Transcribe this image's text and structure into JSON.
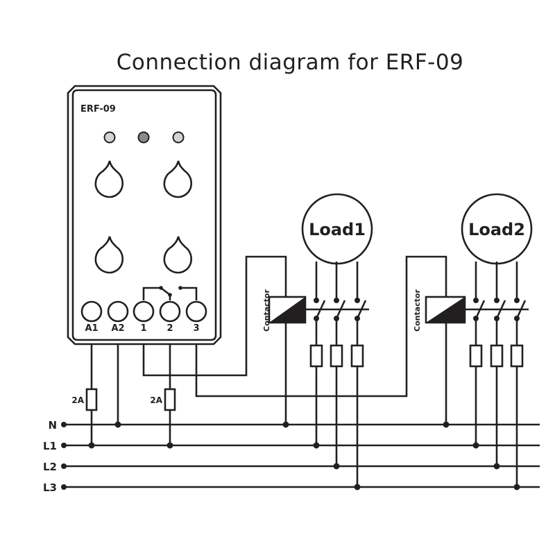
{
  "title": "Connection diagram for ERF-09",
  "device": {
    "model_label": "ERF-09",
    "leds": [
      {
        "name": "led-left",
        "color": "#d4d4d4"
      },
      {
        "name": "led-middle",
        "color": "#8a8a8a"
      },
      {
        "name": "led-right",
        "color": "#d4d4d4"
      }
    ],
    "knob_count": 4,
    "terminals": [
      "A1",
      "A2",
      "1",
      "2",
      "3"
    ]
  },
  "fuses": {
    "control_fuse_1": "2A",
    "control_fuse_2": "2A"
  },
  "contactors": [
    {
      "label": "Contactor",
      "load": "Load1"
    },
    {
      "label": "Contactor",
      "load": "Load2"
    }
  ],
  "loads": [
    "Load1",
    "Load2"
  ],
  "lines": [
    "N",
    "L1",
    "L2",
    "L3"
  ],
  "colors": {
    "ink": "#231f20",
    "background": "#ffffff"
  }
}
